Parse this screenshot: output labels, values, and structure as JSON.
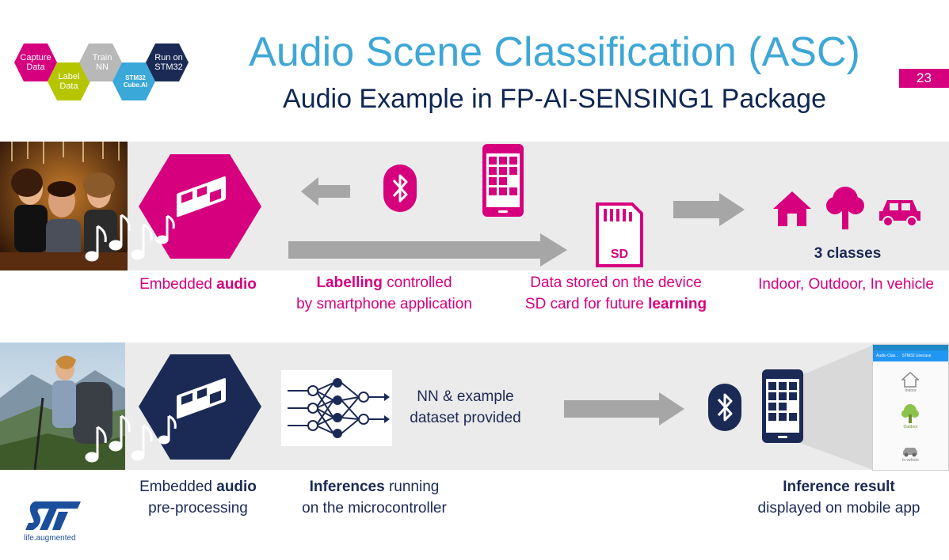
{
  "header": {
    "title": "Audio Scene Classification (ASC)",
    "subtitle": "Audio Example in FP-AI-SENSING1 Package",
    "page_number": "23"
  },
  "workflow_hexagons": [
    {
      "line1": "Capture",
      "line2": "Data",
      "color": "#d6007f"
    },
    {
      "line1": "Label",
      "line2": "Data",
      "color": "#b5c600"
    },
    {
      "line1": "Train",
      "line2": "NN",
      "color": "#b8b8b8"
    },
    {
      "line1": "STM32",
      "line2": "Cube.AI",
      "color": "#3aa8d8"
    },
    {
      "line1": "Run on",
      "line2": "STM32",
      "color": "#1b2a55"
    }
  ],
  "top_row": {
    "classes_label": "3 classes",
    "captions": {
      "embedded_pre": "Embedded ",
      "embedded_bold": "audio",
      "labelling_bold": "Labelling",
      "labelling_rest": " controlled",
      "labelling_line2": "by smartphone application",
      "storage_line1": "Data stored on the device",
      "storage_line2_pre": "SD card for future ",
      "storage_line2_bold": "learning",
      "classes_line": "Indoor, Outdoor, In vehicle"
    },
    "sd_card_label": "SD"
  },
  "bottom_row": {
    "nn_text_line1": "NN & example",
    "nn_text_line2": "dataset provided",
    "captions": {
      "embedded_pre": "Embedded ",
      "embedded_bold": "audio",
      "embedded_line2": "pre-processing",
      "inference_bold": "Inferences",
      "inference_rest": " running",
      "inference_line2": "on the microcontroller",
      "result_bold": "Inference result",
      "result_line2": "displayed on mobile app"
    },
    "phone_app": {
      "title": "Audio Clas...",
      "tab": "STM32 Usecase",
      "labels": [
        "Indoor",
        "Outdoor",
        "In vehicle"
      ]
    }
  },
  "logo": {
    "brand": "ST",
    "tagline": "life.augmented"
  },
  "colors": {
    "magenta": "#d6007f",
    "navy": "#1b2a55",
    "title_blue": "#3ea7d6",
    "arrow_gray": "#a6a6a6",
    "band_gray": "#ebebeb"
  }
}
